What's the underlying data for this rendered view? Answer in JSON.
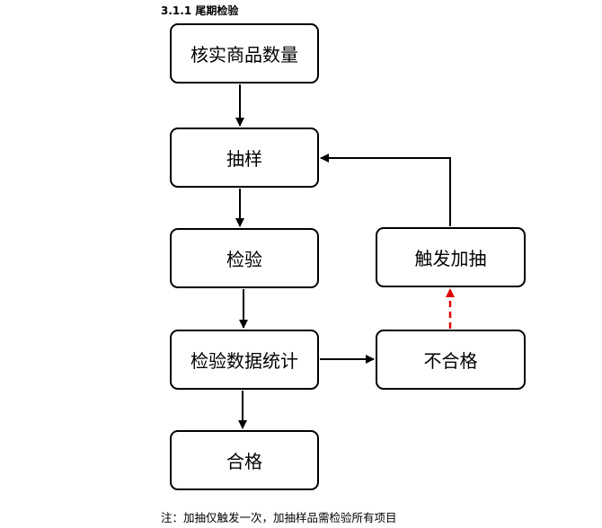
{
  "heading": "3.1.1 尾期检验",
  "nodes": {
    "verify_quantity": "核实商品数量",
    "sampling": "抽样",
    "inspection": "检验",
    "statistics": "检验数据统计",
    "pass": "合格",
    "trigger_extra": "触发加抽",
    "fail": "不合格"
  },
  "colors": {
    "box_border": "#000000",
    "arrow": "#000000",
    "dashed_arrow": "#e00000"
  },
  "note": "注：加抽仅触发一次，加抽样品需检验所有项目"
}
